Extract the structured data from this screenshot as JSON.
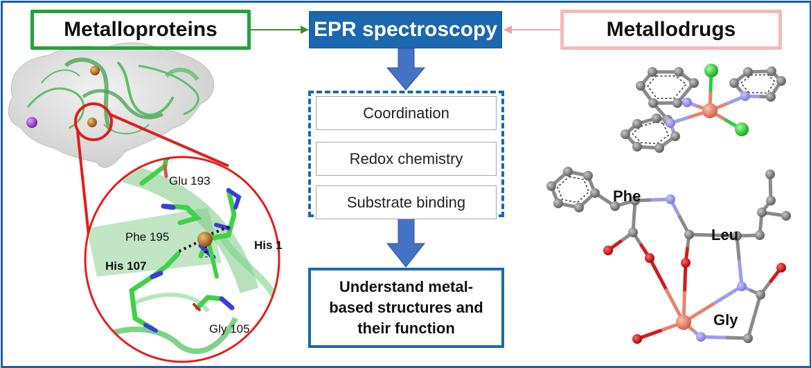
{
  "headers": {
    "left": "Metalloproteins",
    "center": "EPR spectroscopy",
    "right": "Metallodrugs"
  },
  "epr_aspects": [
    "Coordination",
    "Redox chemistry",
    "Substrate binding"
  ],
  "outcome": {
    "lines": [
      "Understand metal-",
      "based structures and",
      "their function"
    ]
  },
  "protein_residues": {
    "glu": "Glu 193",
    "phe": "Phe 195",
    "his1": "His 1",
    "his107": "His 107",
    "gly": "Gly 105"
  },
  "peptide_residues": {
    "phe": "Phe",
    "leu": "Leu",
    "gly": "Gly"
  },
  "colors": {
    "frame": "#1f5fa8",
    "epr_box": "#1c67ad",
    "metalloproteins_border": "#22a33a",
    "metallodrugs_border": "#f7b8b8",
    "arrow_blue": "#4472c4",
    "zoom_circle": "#e31b1b",
    "carbon": "#808080",
    "nitrogen": "#9c9cf0",
    "oxygen": "#d11a1a",
    "chlorine": "#2ecc40",
    "copper": "#e8826e",
    "cu_protein": "#b87a2a"
  }
}
